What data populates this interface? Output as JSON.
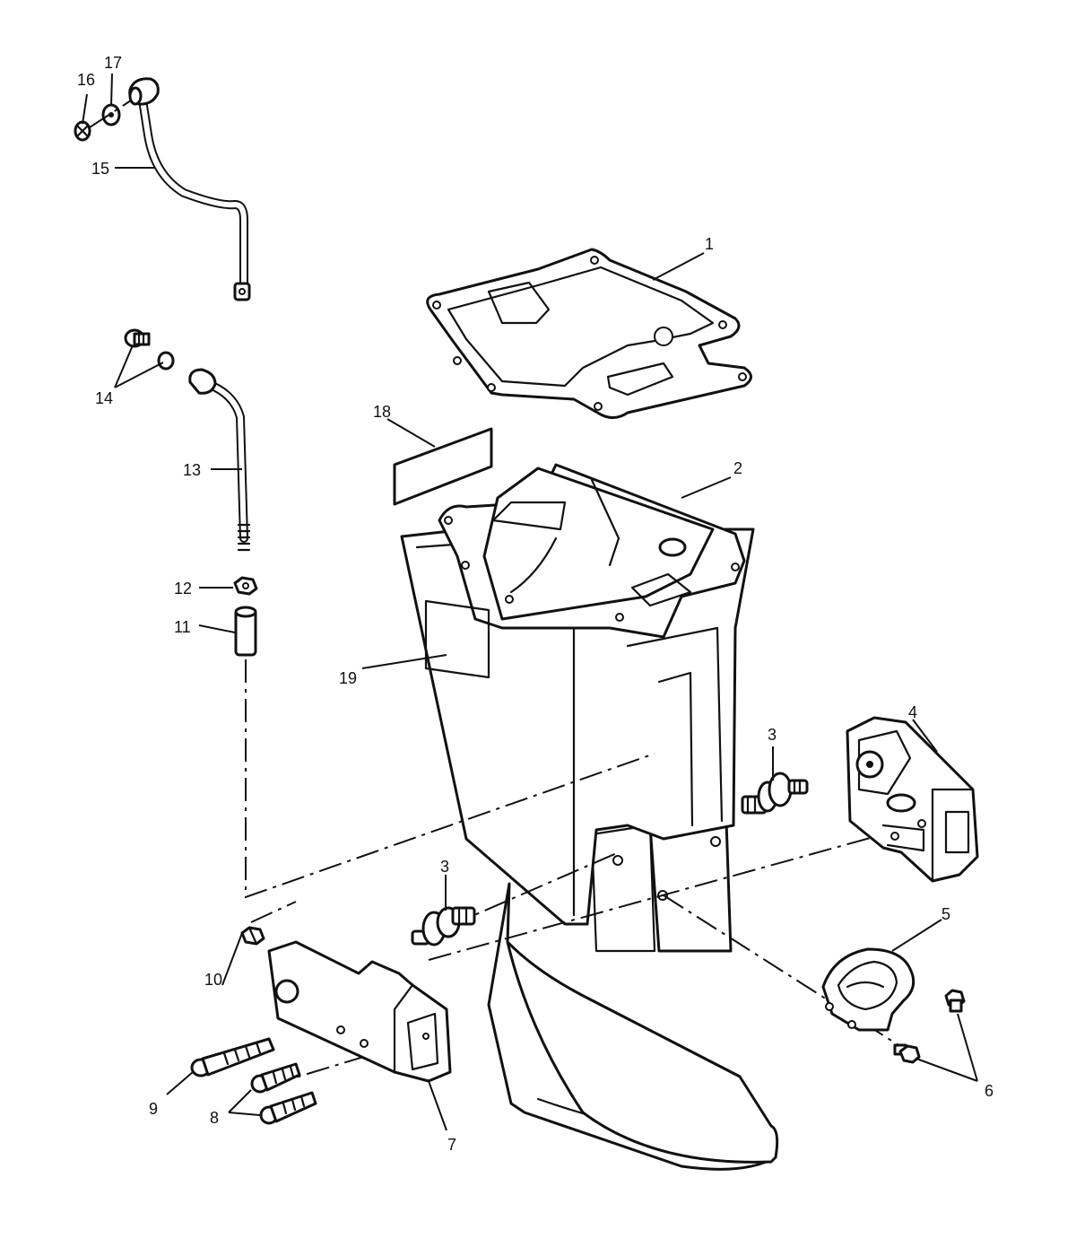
{
  "callouts": {
    "c1": "1",
    "c2": "2",
    "c3a": "3",
    "c3b": "3",
    "c4": "4",
    "c5": "5",
    "c6": "6",
    "c7": "7",
    "c8": "8",
    "c9": "9",
    "c10": "10",
    "c11": "11",
    "c12": "12",
    "c13": "13",
    "c14": "14",
    "c15": "15",
    "c16": "16",
    "c17": "17",
    "c18": "18",
    "c19": "19"
  },
  "colors": {
    "line": "#111111",
    "background": "#ffffff"
  }
}
